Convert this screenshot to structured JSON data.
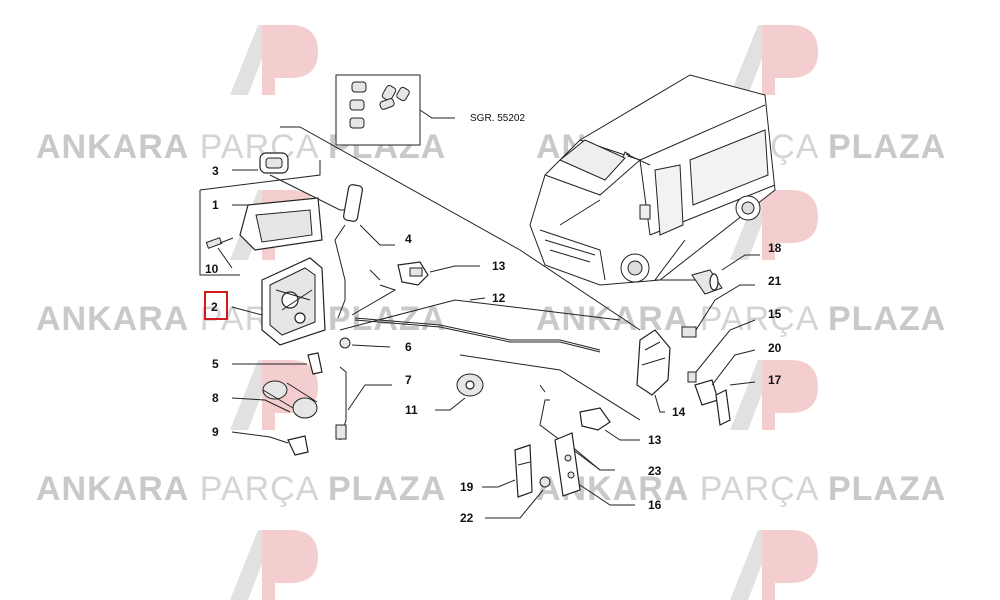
{
  "watermark": {
    "word1": "ANKARA",
    "word2": "PARÇA",
    "word3": "PLAZA",
    "logo": "AP"
  },
  "reference_group": "SGR. 55202",
  "highlighted_label": "2",
  "labels": {
    "l1": "1",
    "l2": "2",
    "l3": "3",
    "l4": "4",
    "l5": "5",
    "l6": "6",
    "l7": "7",
    "l8": "8",
    "l9": "9",
    "l10": "10",
    "l11": "11",
    "l12": "12",
    "l13a": "13",
    "l13b": "13",
    "l14": "14",
    "l15": "15",
    "l16": "16",
    "l17": "17",
    "l18": "18",
    "l19": "19",
    "l20": "20",
    "l21": "21",
    "l22": "22",
    "l23": "23"
  },
  "colors": {
    "highlight": "#d11a1a",
    "watermark_gray": "#c9c9c9",
    "logo_red": "#f3c9c9",
    "logo_gray": "#dedede"
  }
}
